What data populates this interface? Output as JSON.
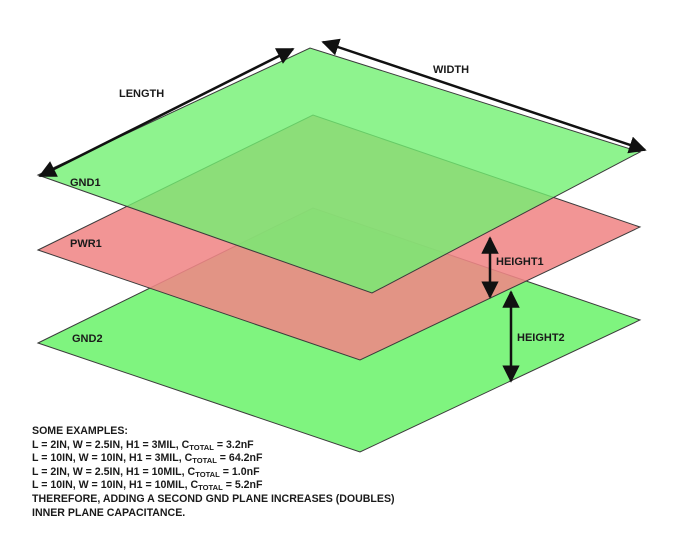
{
  "labels": {
    "length": "LENGTH",
    "width": "WIDTH",
    "gnd1": "GND1",
    "pwr1": "PWR1",
    "gnd2": "GND2",
    "height1": "HEIGHT1",
    "height2": "HEIGHT2"
  },
  "notes": {
    "heading": "SOME EXAMPLES:",
    "examples": [
      {
        "prefix": "L = 2IN, W = 2.5IN, H1 = 3MIL, C",
        "sub": "TOTAL",
        "suffix": " = 3.2nF"
      },
      {
        "prefix": "L = 10IN, W = 10IN, H1 = 3MIL, C",
        "sub": "TOTAL",
        "suffix": " = 64.2nF"
      },
      {
        "prefix": "L = 2IN, W = 2.5IN, H1 = 10MIL, C",
        "sub": "TOTAL",
        "suffix": " = 1.0nF"
      },
      {
        "prefix": "L = 10IN, W = 10IN, H1 = 10MIL, C",
        "sub": "TOTAL",
        "suffix": " = 5.2nF"
      }
    ],
    "conclusion_line1": "THEREFORE, ADDING A SECOND GND PLANE INCREASES (DOUBLES)",
    "conclusion_line2": "INNER PLANE CAPACITANCE."
  },
  "colors": {
    "plane_green": "#7ff47f",
    "plane_red": "#f08686",
    "edge": "#3b3b3b",
    "arrow": "#111111"
  }
}
